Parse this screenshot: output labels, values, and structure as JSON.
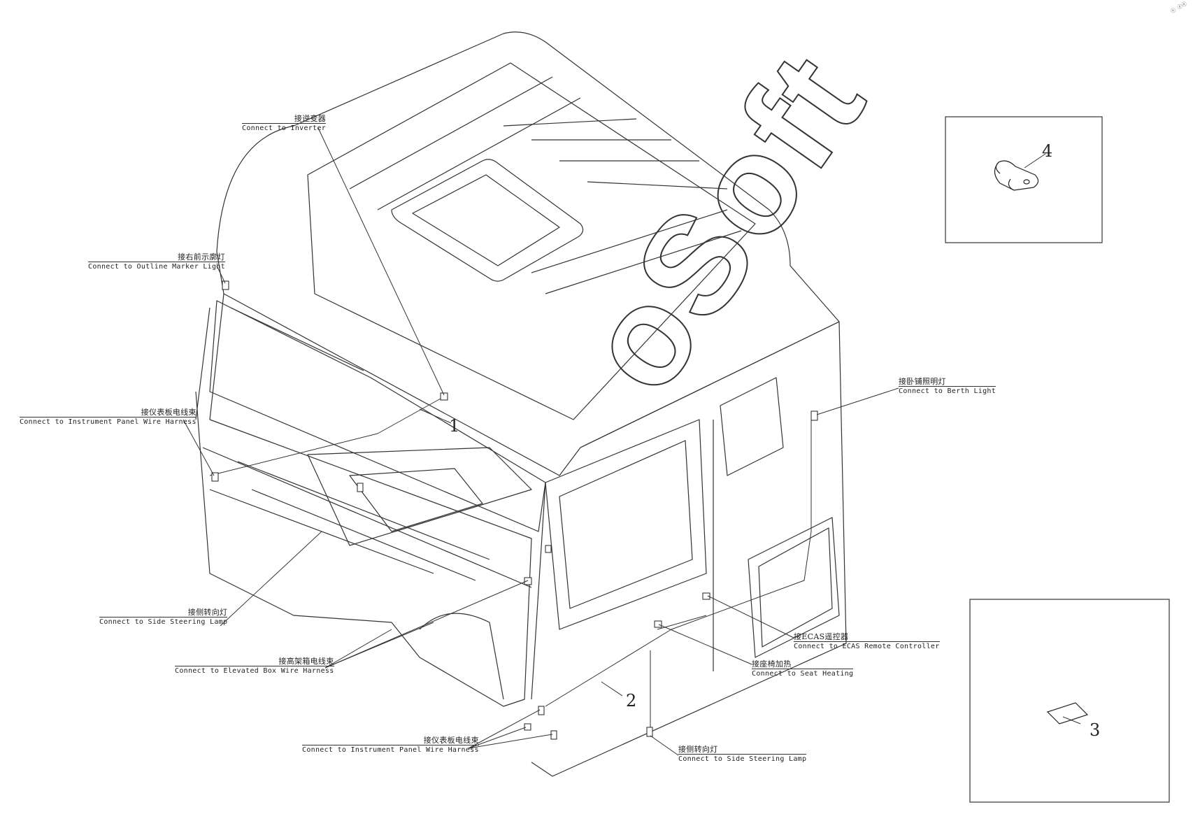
{
  "callouts": [
    {
      "id": "inverter",
      "zh": "接逆变器",
      "en": "Connect to Inverter"
    },
    {
      "id": "outline-marker",
      "zh": "接右前示廓灯",
      "en": "Connect to Outline Marker Light"
    },
    {
      "id": "instrument-panel-upper",
      "zh": "接仪表板电线束",
      "en": "Connect to Instrument Panel Wire Harness"
    },
    {
      "id": "side-steering-left",
      "zh": "接侧转向灯",
      "en": "Connect to Side Steering Lamp"
    },
    {
      "id": "elevated-box",
      "zh": "接高架箱电线束",
      "en": "Connect to Elevated Box Wire Harness"
    },
    {
      "id": "instrument-panel-lower",
      "zh": "接仪表板电线束",
      "en": "Connect to Instrument Panel Wire Harness"
    },
    {
      "id": "side-steering-right",
      "zh": "接侧转向灯",
      "en": "Connect to Side Steering Lamp"
    },
    {
      "id": "berth-light",
      "zh": "接卧铺照明灯",
      "en": "Connect to Berth Light"
    },
    {
      "id": "ecas",
      "zh": "接ECAS遥控器",
      "en": "Connect to ECAS Remote Controller"
    },
    {
      "id": "seat-heating",
      "zh": "接座椅加热",
      "en": "Connect to Seat Heating"
    }
  ],
  "part_numbers": [
    "1",
    "2",
    "3",
    "4"
  ],
  "watermark": "oSoft",
  "corner_mark": "ⓔ ⓔⓔ"
}
